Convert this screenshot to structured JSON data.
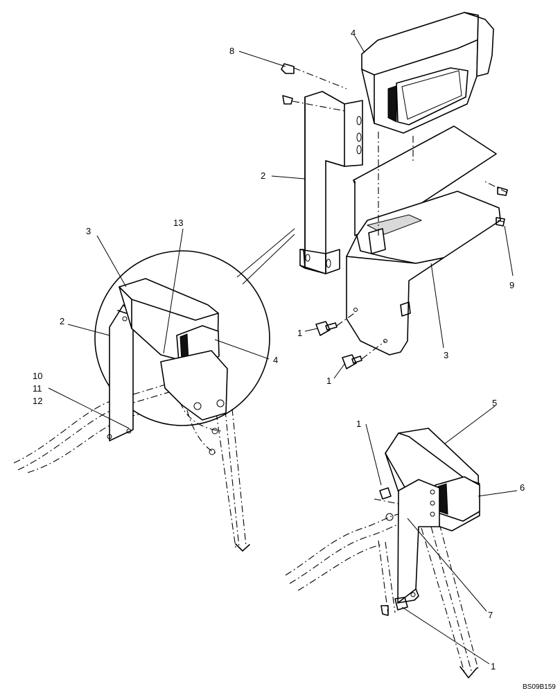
{
  "diagram": {
    "callouts": {
      "c1a": "1",
      "c1b": "1",
      "c1c": "1",
      "c1d": "1",
      "c2a": "2",
      "c2b": "2",
      "c3a": "3",
      "c3b": "3",
      "c4a": "4",
      "c4b": "4",
      "c5": "5",
      "c6": "6",
      "c7": "7",
      "c8": "8",
      "c9": "9",
      "c10": "10",
      "c11": "11",
      "c12": "12",
      "c13": "13"
    },
    "reference_code": "BS09B159"
  }
}
